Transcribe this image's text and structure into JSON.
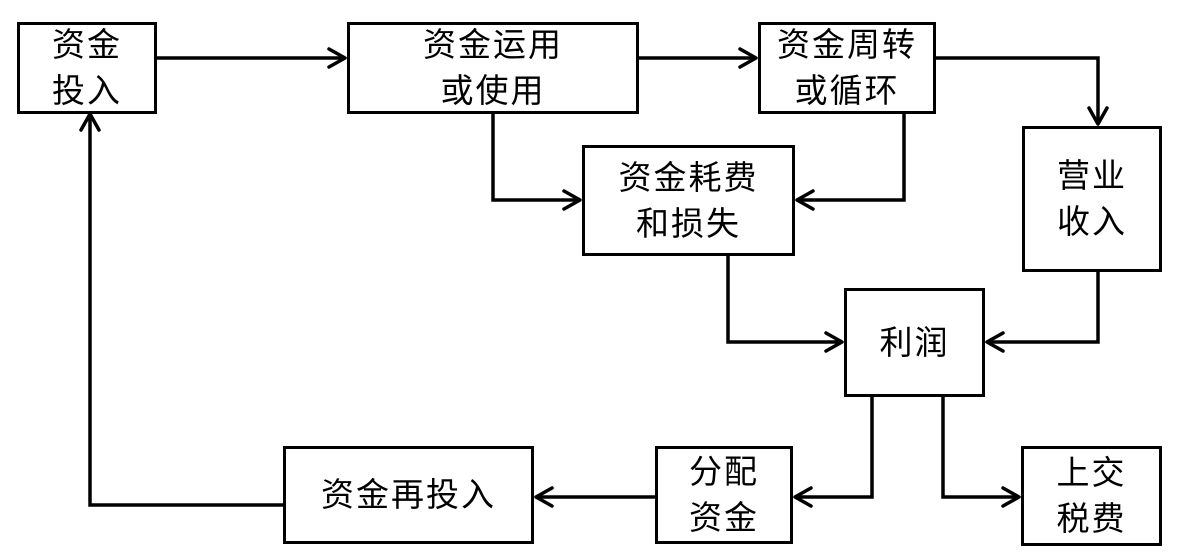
{
  "diagram": {
    "nodes": {
      "capital_input": {
        "line1": "资金",
        "line2": "投入"
      },
      "capital_use": {
        "line1": "资金运用",
        "line2": "或使用"
      },
      "capital_turnover": {
        "line1": "资金周转",
        "line2": "或循环"
      },
      "operating_revenue": {
        "line1": "营业",
        "line2": "收入"
      },
      "capital_consumption": {
        "line1": "资金耗费",
        "line2": "和损失"
      },
      "profit": {
        "line1": "利润"
      },
      "distribute_capital": {
        "line1": "分配",
        "line2": "资金"
      },
      "tax_payment": {
        "line1": "上交",
        "line2": "税费"
      },
      "reinvestment": {
        "line1": "资金再投入"
      }
    },
    "edges": [
      {
        "from": "资金投入",
        "to": "资金运用或使用"
      },
      {
        "from": "资金运用或使用",
        "to": "资金周转或循环"
      },
      {
        "from": "资金周转或循环",
        "to": "营业收入"
      },
      {
        "from": "资金运用或使用",
        "to": "资金耗费和损失"
      },
      {
        "from": "资金周转或循环",
        "to": "资金耗费和损失"
      },
      {
        "from": "资金耗费和损失",
        "to": "利润"
      },
      {
        "from": "营业收入",
        "to": "利润"
      },
      {
        "from": "利润",
        "to": "分配资金"
      },
      {
        "from": "利润",
        "to": "上交税费"
      },
      {
        "from": "分配资金",
        "to": "资金再投入"
      },
      {
        "from": "资金再投入",
        "to": "资金投入"
      }
    ],
    "colors": {
      "line": "#000000",
      "box_fill": "#ffffff",
      "text": "#000000"
    }
  }
}
